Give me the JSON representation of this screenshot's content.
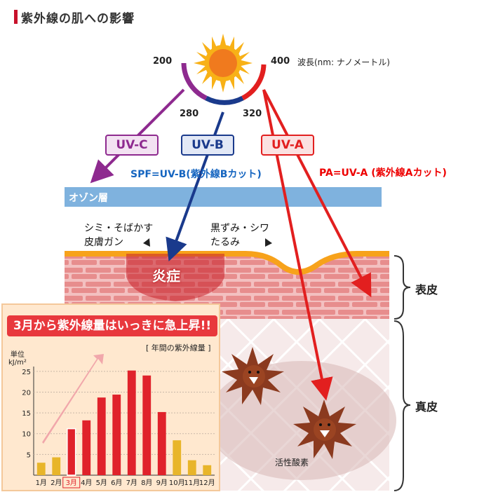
{
  "title": "紫外線の肌への影響",
  "wavelength": {
    "w200": "200",
    "w280": "280",
    "w320": "320",
    "w400": "400",
    "note": "波長(nm: ナノメートル)"
  },
  "uv_boxes": {
    "uvc": "UV-C",
    "uvb": "UV-B",
    "uva": "UV-A"
  },
  "notes": {
    "spf": "SPF=UV-B(紫外線Bカット)",
    "pa": "PA=UV-A (紫外線Aカット)"
  },
  "ozone": "オゾン層",
  "labels": {
    "spots_line1": "シミ・そばかす",
    "spots_line2": "皮膚ガン",
    "wrinkles_line1": "黒ずみ・シワ",
    "wrinkles_line2": "たるみ",
    "inflammation": "炎症",
    "epidermis": "表皮",
    "dermis": "真皮",
    "active_oxygen": "活性酸素"
  },
  "colors": {
    "uvc": "#8e2a8f",
    "uvb": "#1a3a8c",
    "uva": "#e21f1f",
    "ozone": "#7fb2de",
    "skin_orange": "#f7a21b"
  },
  "inset": {
    "banner": "3月から紫外線量はいっきに急上昇!!",
    "unit_line1": "単位",
    "unit_line2": "kJ/m²",
    "legend": "[ 年間の紫外線量 ]",
    "highlight_month": "3月"
  },
  "chart_data": {
    "type": "bar",
    "title": "年間の紫外線量",
    "ylabel": "単位 kJ/m²",
    "categories": [
      "1月",
      "2月",
      "3月",
      "4月",
      "5月",
      "6月",
      "7月",
      "8月",
      "9月",
      "10月",
      "11月",
      "12月"
    ],
    "values": [
      3,
      4.3,
      11.2,
      13.2,
      18.7,
      19.4,
      25.2,
      24,
      15.2,
      8.4,
      3.6,
      2.4
    ],
    "yticks": [
      5,
      10,
      15,
      20,
      25
    ],
    "ylim": [
      0,
      27
    ],
    "highlight_index": 2,
    "bar_colors": [
      "#e8b52a",
      "#e8b52a",
      "#e0222b",
      "#e0222b",
      "#e0222b",
      "#e0222b",
      "#e0222b",
      "#e0222b",
      "#e0222b",
      "#e8b52a",
      "#e8b52a",
      "#e8b52a"
    ],
    "grid": true
  }
}
